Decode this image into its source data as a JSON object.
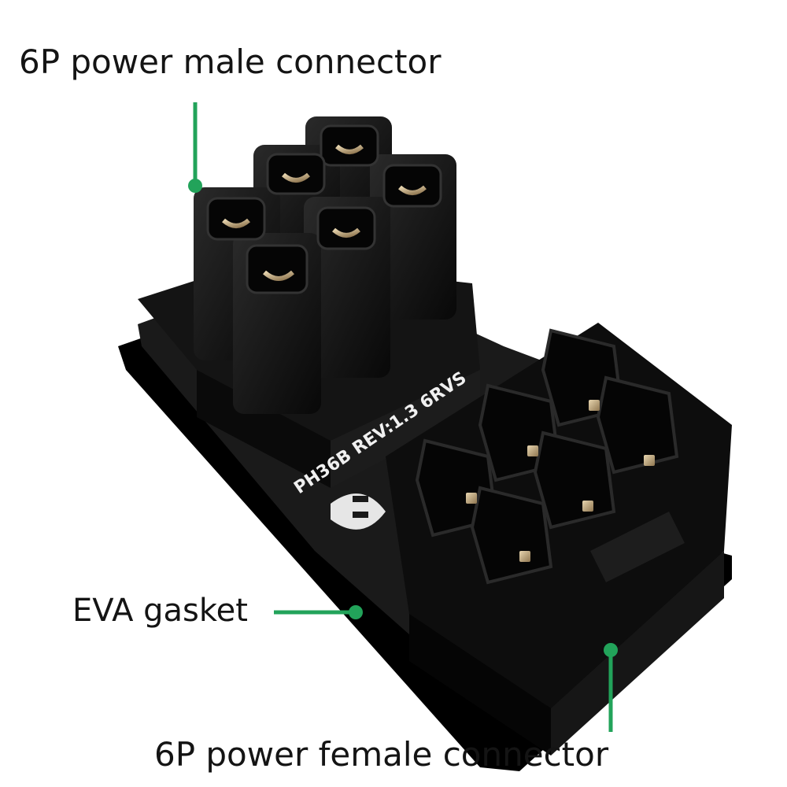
{
  "callouts": {
    "male": {
      "label": "6P power male connector"
    },
    "eva": {
      "label": "EVA gasket"
    },
    "female": {
      "label": "6P power female connector"
    }
  },
  "board_silkscreen": {
    "model": "PH36B REV:1.3 6RVS"
  },
  "colors": {
    "callout_line": "#22a35a",
    "connector_body": "#0f0f0f",
    "gasket": "#000000",
    "pcb_edge": "#c9c2a8",
    "pin_metal": "#c9b089",
    "text": "#141414"
  }
}
